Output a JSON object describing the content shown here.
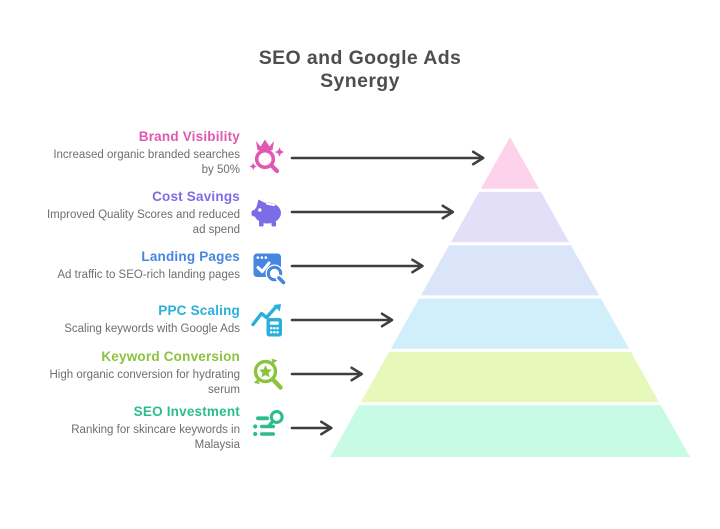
{
  "title": "SEO and Google Ads Synergy",
  "title_lines": [
    "SEO and Google Ads",
    "Synergy"
  ],
  "colors": {
    "background": "#ffffff",
    "title_text": "#4e4e4e",
    "description_text": "#6e6e6e",
    "arrow": "#3f3f3f"
  },
  "levels": [
    {
      "label": "Brand Visibility",
      "description": "Increased organic branded searches by 50%",
      "icon": "crown-search-icon",
      "label_color": "#e158b0",
      "pyramid_color": "#fcd3eb"
    },
    {
      "label": "Cost Savings",
      "description": "Improved Quality Scores and reduced ad spend",
      "icon": "piggy-bank-icon",
      "label_color": "#7d6ce8",
      "pyramid_color": "#e4dff8"
    },
    {
      "label": "Landing Pages",
      "description": "Ad traffic to SEO-rich landing pages",
      "icon": "browser-check-search-icon",
      "label_color": "#4486e0",
      "pyramid_color": "#dae5fa"
    },
    {
      "label": "PPC Scaling",
      "description": "Scaling keywords with Google Ads",
      "icon": "trend-calculator-icon",
      "label_color": "#29afd9",
      "pyramid_color": "#d1eefb"
    },
    {
      "label": "Keyword Conversion",
      "description": "High organic conversion for hydrating serum",
      "icon": "star-search-icon",
      "label_color": "#8cc23d",
      "pyramid_color": "#e7f9ba"
    },
    {
      "label": "SEO Investment",
      "description": "Ranking for skincare keywords in Malaysia",
      "icon": "list-search-icon",
      "label_color": "#2cbe8a",
      "pyramid_color": "#c7fbe5"
    }
  ]
}
